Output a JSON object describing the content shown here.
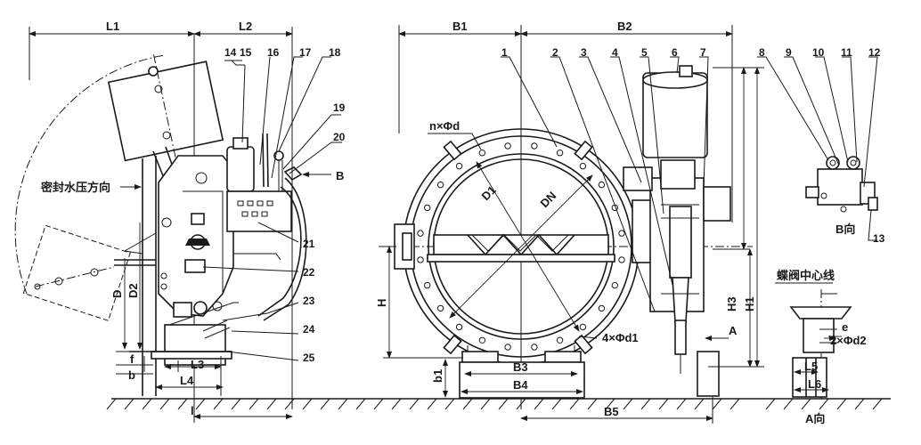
{
  "labels": {
    "L1": "L1",
    "L2": "L2",
    "B1": "B1",
    "B2": "B2",
    "B3": "B3",
    "B4": "B4",
    "B5": "B5",
    "H": "H",
    "H1": "H1",
    "H3": "H3",
    "D": "D",
    "D2": "D2",
    "D1": "D1",
    "DN": "DN",
    "f": "f",
    "b": "b",
    "b1": "b1",
    "L3": "L3",
    "L4": "L4",
    "L5": "L5",
    "L6": "L6",
    "l": "l",
    "e": "e",
    "A": "A",
    "B": "B",
    "nxd": "n×Φd",
    "fourxd1": "4×Φd1",
    "twoxd2": "2×Φd2"
  },
  "annotations": {
    "seal_pressure": "密封水压方向",
    "valve_centerline": "蝶阀中心线",
    "view_b": "B向",
    "view_a": "A向"
  },
  "parts": [
    "1",
    "2",
    "3",
    "4",
    "5",
    "6",
    "7",
    "8",
    "9",
    "10",
    "11",
    "12",
    "13",
    "14",
    "15",
    "16",
    "17",
    "18",
    "19",
    "20",
    "21",
    "22",
    "23",
    "24",
    "25"
  ]
}
